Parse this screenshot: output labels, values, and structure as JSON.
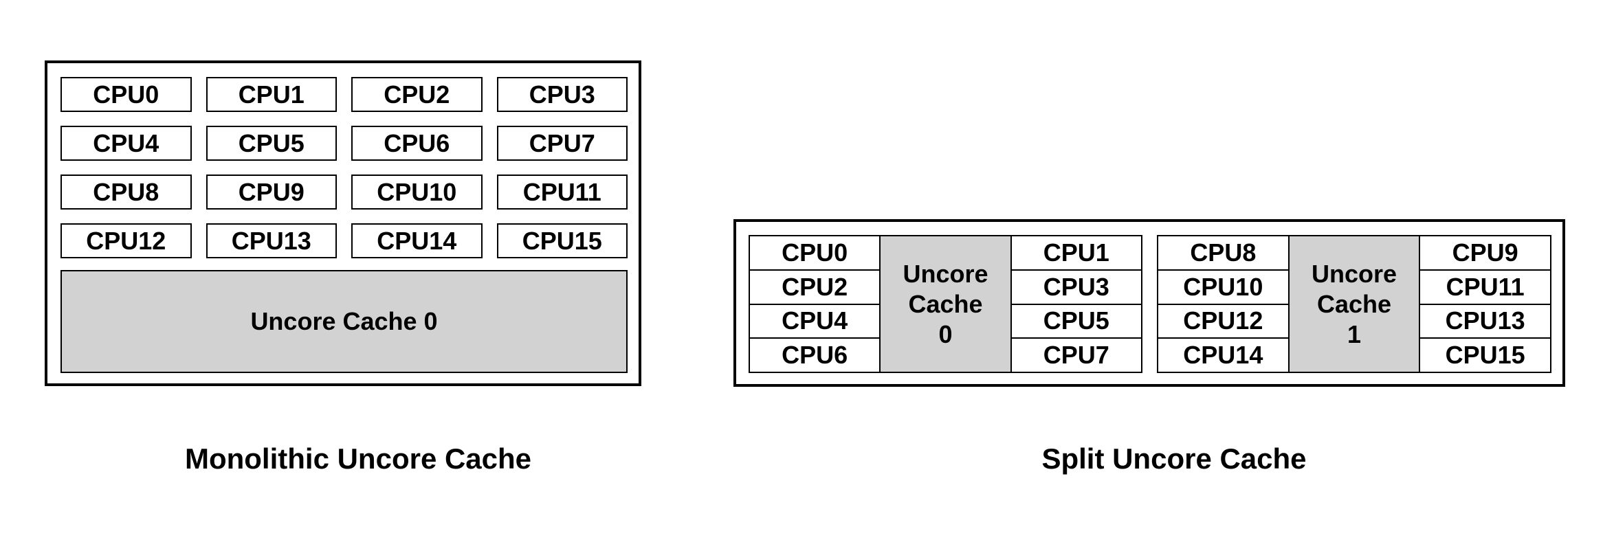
{
  "diagram": {
    "monolithic": {
      "caption": "Monolithic Uncore Cache",
      "cpus": [
        "CPU0",
        "CPU1",
        "CPU2",
        "CPU3",
        "CPU4",
        "CPU5",
        "CPU6",
        "CPU7",
        "CPU8",
        "CPU9",
        "CPU10",
        "CPU11",
        "CPU12",
        "CPU13",
        "CPU14",
        "CPU15"
      ],
      "cache_label": "Uncore Cache 0"
    },
    "split": {
      "caption": "Split Uncore Cache",
      "groups": [
        {
          "left_cpus": [
            "CPU0",
            "CPU2",
            "CPU4",
            "CPU6"
          ],
          "right_cpus": [
            "CPU1",
            "CPU3",
            "CPU5",
            "CPU7"
          ],
          "cache_lines": [
            "Uncore",
            "Cache",
            "0"
          ]
        },
        {
          "left_cpus": [
            "CPU8",
            "CPU10",
            "CPU12",
            "CPU14"
          ],
          "right_cpus": [
            "CPU9",
            "CPU11",
            "CPU13",
            "CPU15"
          ],
          "cache_lines": [
            "Uncore",
            "Cache",
            "1"
          ]
        }
      ]
    },
    "colors": {
      "border": "#000000",
      "cache_fill": "#d2d2d2",
      "text": "#000000",
      "background": "#ffffff"
    }
  }
}
